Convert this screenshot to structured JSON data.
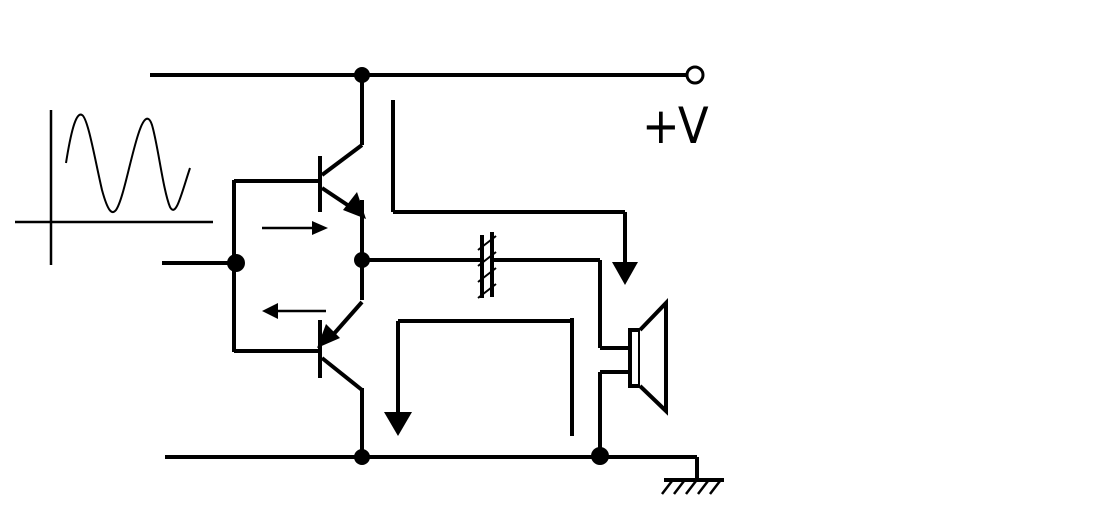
{
  "supply_label": "+V",
  "colors": {
    "ink": "#000000",
    "background": "#ffffff"
  },
  "components": [
    "sine-wave-input-signal",
    "npn-transistor",
    "pnp-transistor",
    "coupling-capacitor",
    "loudspeaker",
    "ground-symbol"
  ]
}
